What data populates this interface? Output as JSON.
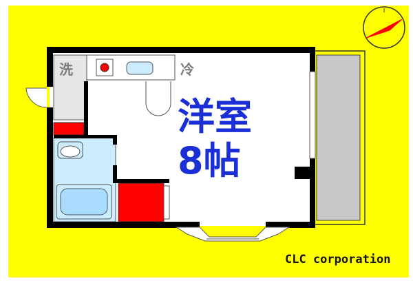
{
  "room": {
    "type_label": "洋室",
    "size_label": "8帖"
  },
  "fixtures": {
    "washer_label": "洗",
    "fridge_label": "冷"
  },
  "company": "CLC corporation",
  "colors": {
    "background": "#ffff00",
    "wall": "#000000",
    "floor": "#ffffff",
    "wet_area": "#ccecff",
    "closet": "#ff0000",
    "balcony": "#c8c8c8",
    "room_label": "#1a2fd6",
    "compass": "#ff0000"
  },
  "icons": [
    "compass-north-arrow-icon",
    "stove-burner-icon",
    "sink-icon",
    "toilet-icon",
    "bathtub-icon"
  ]
}
